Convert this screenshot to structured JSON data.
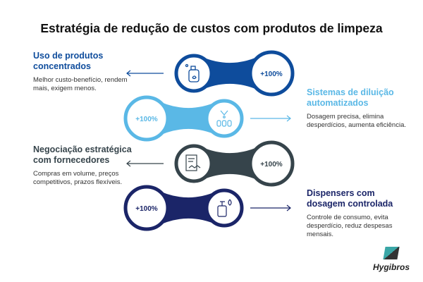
{
  "title": "Estratégia de redução de custos com produtos de limpeza",
  "items": [
    {
      "heading": "Uso de produtos concentrados",
      "text": "Melhor custo-benefício, rendem mais, exigem menos.",
      "value": "+100%",
      "icon": "detergent-bottle-icon",
      "color": "#0e4c9c"
    },
    {
      "heading": "Sistemas de diluição automatizados",
      "text": "Dosagem precisa, elimina desperdícios, aumenta eficiência.",
      "value": "+100%",
      "icon": "dilution-dispenser-icon",
      "color": "#5ab8e6"
    },
    {
      "heading": "Negociação estratégica com fornecedores",
      "text": "Compras em volume, preços competitivos, prazos flexíveis.",
      "value": "+100%",
      "icon": "contract-handshake-icon",
      "color": "#36444b"
    },
    {
      "heading": "Dispensers com dosagem controlada",
      "text": "Controle de consumo, evita desperdício, reduz despesas mensais.",
      "value": "+100%",
      "icon": "soap-dispenser-icon",
      "color": "#1b2568"
    }
  ],
  "logo": "Hygibros"
}
